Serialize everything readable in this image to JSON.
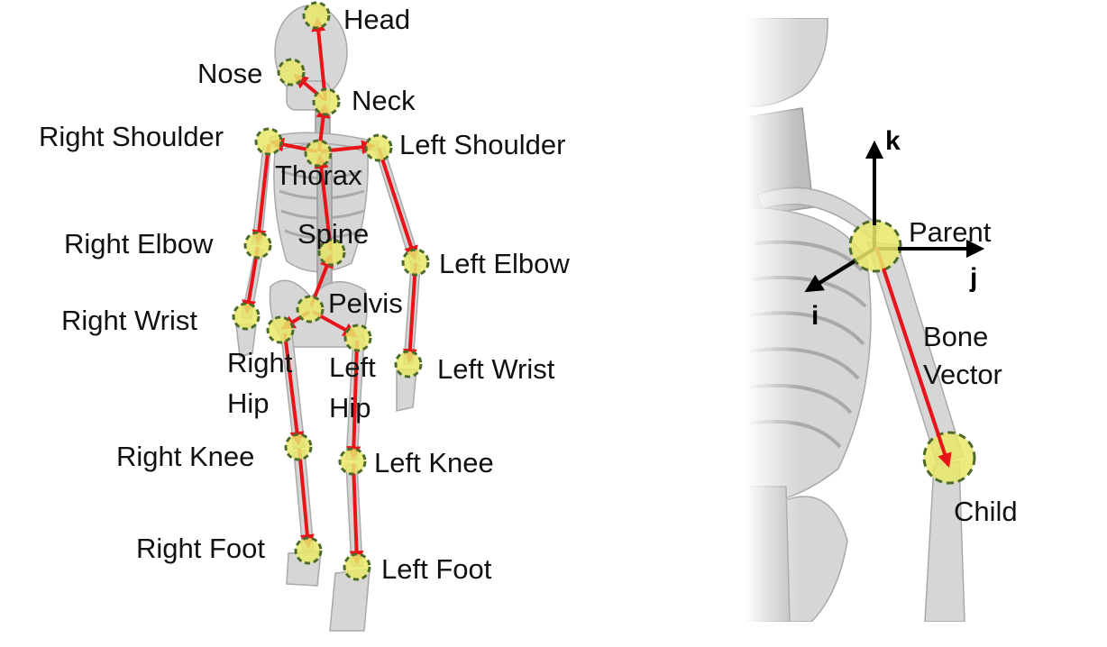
{
  "colors": {
    "arrow": "#e8141a",
    "joint_fill": "#e9e86a",
    "joint_stroke": "#4d6b2a",
    "bone": "#d6d6d6",
    "axis": "#000000"
  },
  "skeleton_labels": {
    "head": "Head",
    "nose": "Nose",
    "neck": "Neck",
    "right_shoulder": "Right Shoulder",
    "left_shoulder": "Left Shoulder",
    "thorax": "Thorax",
    "spine": "Spine",
    "right_elbow": "Right Elbow",
    "left_elbow": "Left Elbow",
    "pelvis": "Pelvis",
    "right_wrist": "Right Wrist",
    "left_wrist": "Left Wrist",
    "right_hip_1": "Right",
    "right_hip_2": "Hip",
    "left_hip_1": "Left",
    "left_hip_2": "Hip",
    "right_knee": "Right Knee",
    "left_knee": "Left Knee",
    "right_foot": "Right Foot",
    "left_foot": "Left Foot"
  },
  "detail_labels": {
    "k_axis": "k",
    "j_axis": "j",
    "i_axis": "i",
    "parent": "Parent",
    "bone_vector_1": "Bone",
    "bone_vector_2": "Vector",
    "child": "Child"
  },
  "icons": {
    "skeleton": "full-skeleton-illustration",
    "detail": "shoulder-closeup-illustration"
  }
}
